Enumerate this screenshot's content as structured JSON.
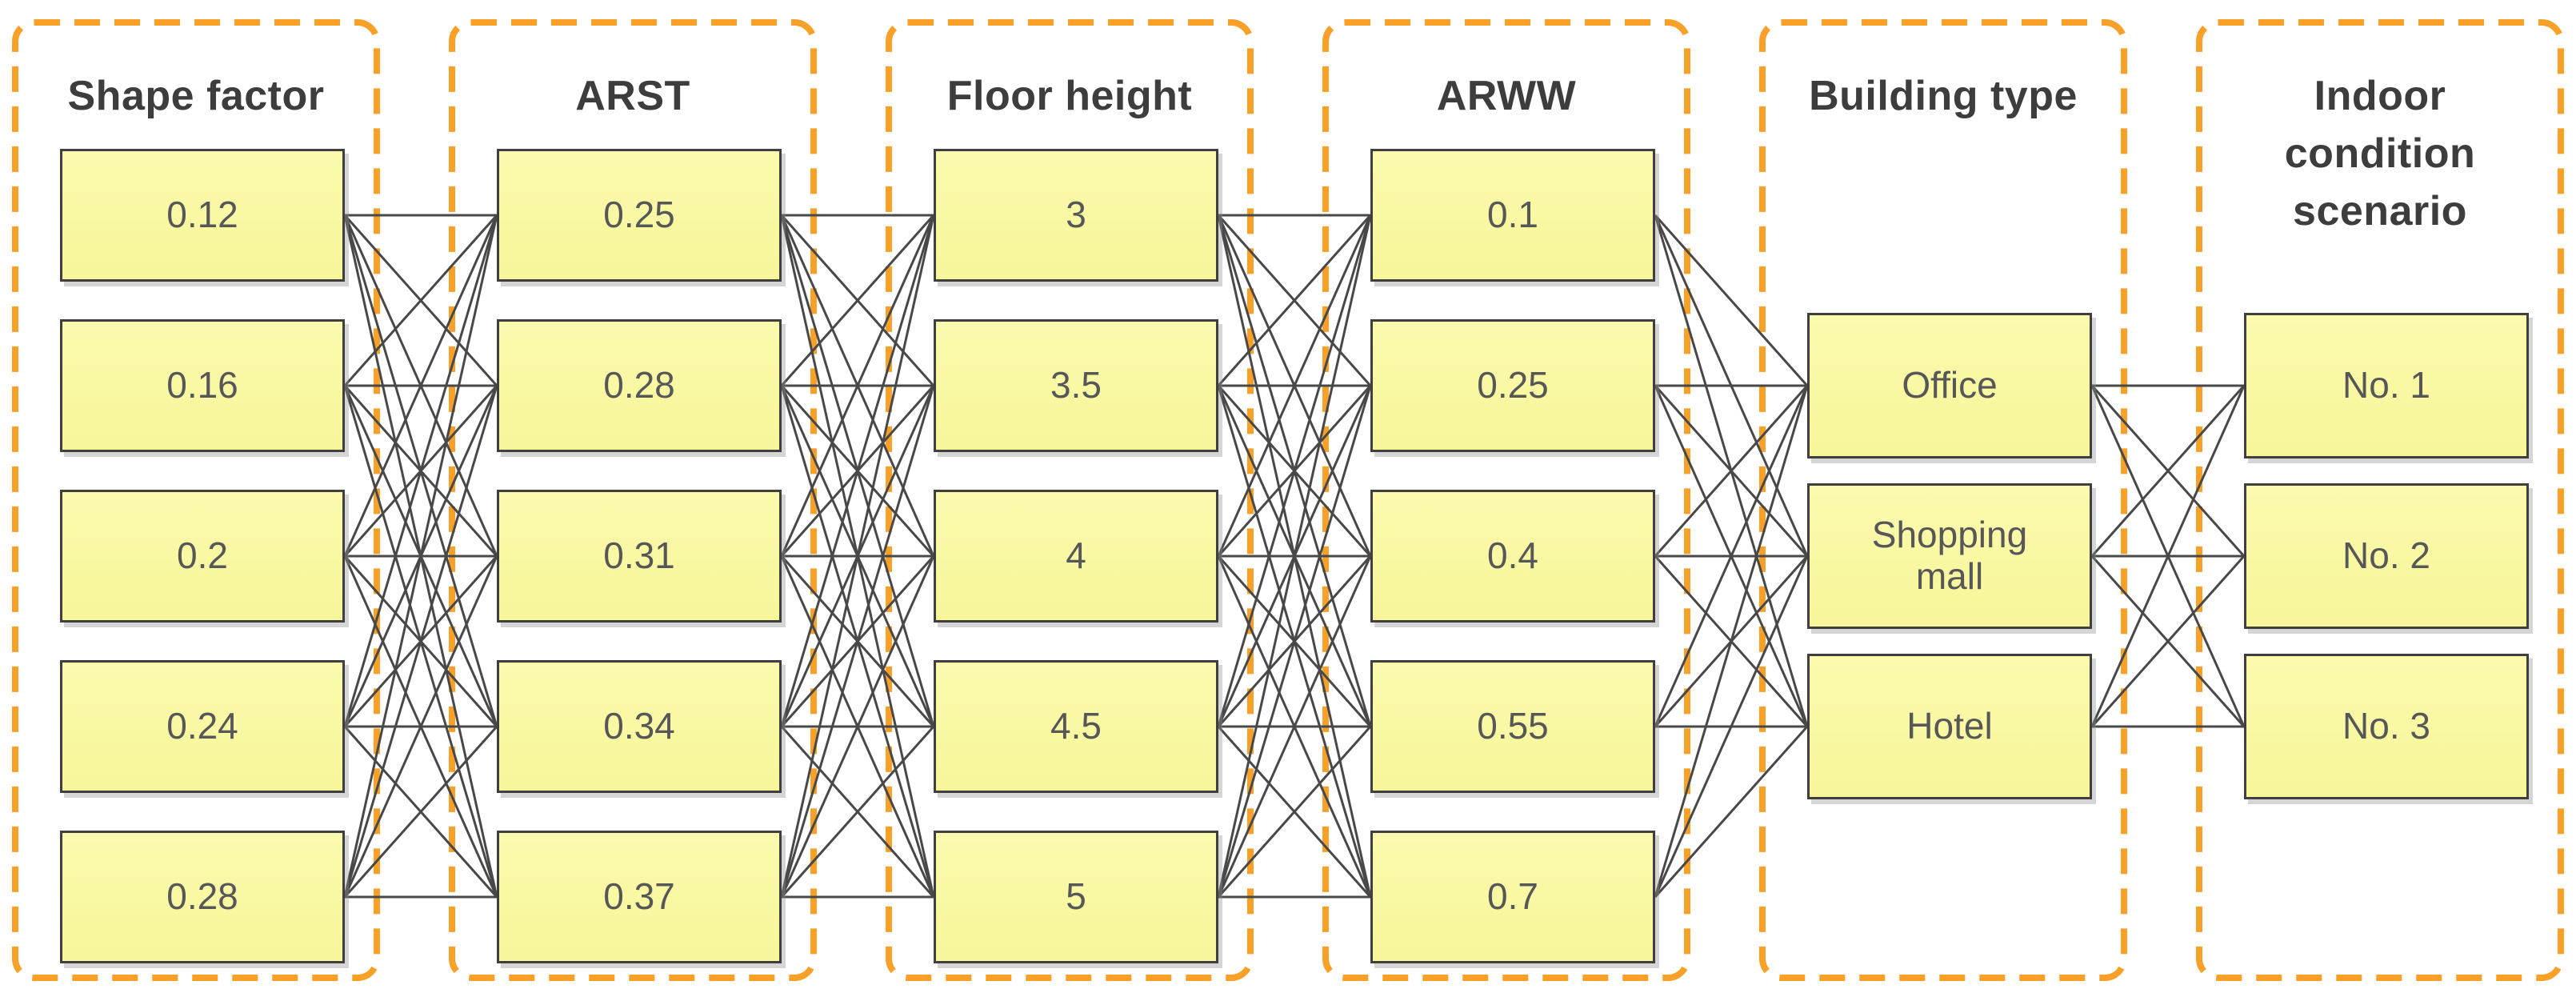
{
  "diagram": {
    "description": "Parameter combination diagram: six dashed groups of option nodes, fully interconnected between adjacent groups",
    "colors": {
      "background": "#FFFFFF",
      "group_border_orange": "#F8A028",
      "node_fill_yellow": "#F9F8A0",
      "node_border": "#3F3F3F",
      "connection_line": "#484848",
      "title_text": "#3D3D3D",
      "node_text": "#575757"
    },
    "columns": [
      {
        "id": "shape-factor",
        "title": "Shape factor",
        "rows": [
          0,
          1,
          2,
          3,
          4
        ],
        "boxes": [
          "0.12",
          "0.16",
          "0.2",
          "0.24",
          "0.28"
        ]
      },
      {
        "id": "arst",
        "title": "ARST",
        "rows": [
          0,
          1,
          2,
          3,
          4
        ],
        "boxes": [
          "0.25",
          "0.28",
          "0.31",
          "0.34",
          "0.37"
        ]
      },
      {
        "id": "floor-height",
        "title": "Floor height",
        "rows": [
          0,
          1,
          2,
          3,
          4
        ],
        "boxes": [
          "3",
          "3.5",
          "4",
          "4.5",
          "5"
        ]
      },
      {
        "id": "arww",
        "title": "ARWW",
        "rows": [
          0,
          1,
          2,
          3,
          4
        ],
        "boxes": [
          "0.1",
          "0.25",
          "0.4",
          "0.55",
          "0.7"
        ]
      },
      {
        "id": "building-type",
        "title": "Building type",
        "rows": [
          1,
          2,
          3
        ],
        "boxes": [
          "Office",
          "Shopping\nmall",
          "Hotel"
        ]
      },
      {
        "id": "indoor-condition-scenario",
        "title": "Indoor\ncondition\nscenario",
        "rows": [
          1,
          2,
          3
        ],
        "boxes": [
          "No. 1",
          "No. 2",
          "No. 3"
        ]
      }
    ],
    "connections": [
      {
        "from": "shape-factor",
        "to": "arst",
        "type": "complete-bipartite"
      },
      {
        "from": "arst",
        "to": "floor-height",
        "type": "complete-bipartite"
      },
      {
        "from": "floor-height",
        "to": "arww",
        "type": "complete-bipartite"
      },
      {
        "from": "arww",
        "to": "building-type",
        "type": "complete-bipartite"
      },
      {
        "from": "building-type",
        "to": "indoor-condition-scenario",
        "type": "complete-bipartite"
      }
    ]
  }
}
